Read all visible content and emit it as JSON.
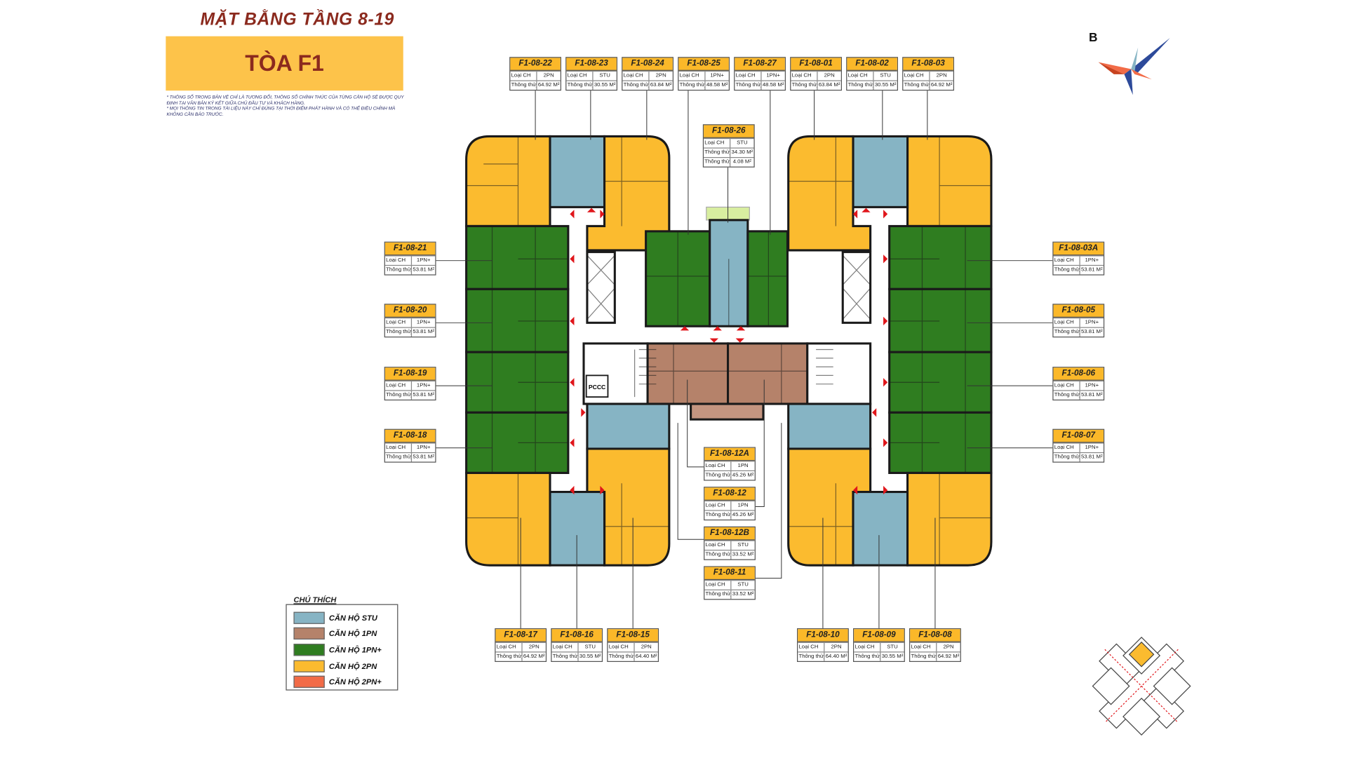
{
  "header": {
    "title": "MẶT BẰNG TẦNG 8-19",
    "tower": "TÒA F1",
    "notes": [
      "* THÔNG SỐ TRONG BẢN VẼ CHỈ LÀ TƯƠNG ĐỐI, THÔNG SỐ CHÍNH THỨC CỦA TỪNG CĂN HỘ SẼ ĐƯỢC QUY ĐỊNH TẠI VĂN BẢN KÝ KẾT  GIỮA CHỦ ĐẦU TƯ VÀ KHÁCH HÀNG.",
      "* MỌI THÔNG TIN TRONG TÀI LIỆU NÀY CHỈ ĐÚNG TẠI THỜI ĐIỂM PHÁT HÀNH VÀ CÓ THỂ ĐIỀU CHỈNH MÀ KHÔNG CẦN BÁO TRƯỚC."
    ]
  },
  "compass_label": "B",
  "plan_labels": {
    "pccc": "PCCC"
  },
  "row_labels": {
    "type": "Loại CH",
    "area": "Thông thủy"
  },
  "units": [
    {
      "code": "F1-08-22",
      "type": "2PN",
      "area": "64.92 M²"
    },
    {
      "code": "F1-08-23",
      "type": "STU",
      "area": "30.55 M²"
    },
    {
      "code": "F1-08-24",
      "type": "2PN",
      "area": "63.84 M²"
    },
    {
      "code": "F1-08-25",
      "type": "1PN+",
      "area": "48.58 M²"
    },
    {
      "code": "F1-08-27",
      "type": "1PN+",
      "area": "48.58 M²"
    },
    {
      "code": "F1-08-01",
      "type": "2PN",
      "area": "63.84 M²"
    },
    {
      "code": "F1-08-02",
      "type": "STU",
      "area": "30.55 M²"
    },
    {
      "code": "F1-08-03",
      "type": "2PN",
      "area": "64.92 M²"
    },
    {
      "code": "F1-08-26",
      "type": "STU",
      "area": "34.30 M²",
      "area2": "4.08 M²"
    },
    {
      "code": "F1-08-21",
      "type": "1PN+",
      "area": "53.81 M²"
    },
    {
      "code": "F1-08-20",
      "type": "1PN+",
      "area": "53.81 M²"
    },
    {
      "code": "F1-08-19",
      "type": "1PN+",
      "area": "53.81 M²"
    },
    {
      "code": "F1-08-18",
      "type": "1PN+",
      "area": "53.81 M²"
    },
    {
      "code": "F1-08-03A",
      "type": "1PN+",
      "area": "53.81 M²"
    },
    {
      "code": "F1-08-05",
      "type": "1PN+",
      "area": "53.81 M²"
    },
    {
      "code": "F1-08-06",
      "type": "1PN+",
      "area": "53.81 M²"
    },
    {
      "code": "F1-08-07",
      "type": "1PN+",
      "area": "53.81 M²"
    },
    {
      "code": "F1-08-12A",
      "type": "1PN",
      "area": "45.26 M²"
    },
    {
      "code": "F1-08-12",
      "type": "1PN",
      "area": "45.26 M²"
    },
    {
      "code": "F1-08-12B",
      "type": "STU",
      "area": "33.52 M²"
    },
    {
      "code": "F1-08-11",
      "type": "STU",
      "area": "33.52 M²"
    },
    {
      "code": "F1-08-17",
      "type": "2PN",
      "area": "64.92 M²"
    },
    {
      "code": "F1-08-16",
      "type": "STU",
      "area": "30.55 M²"
    },
    {
      "code": "F1-08-15",
      "type": "2PN",
      "area": "64.40 M²"
    },
    {
      "code": "F1-08-10",
      "type": "2PN",
      "area": "64.40 M²"
    },
    {
      "code": "F1-08-09",
      "type": "STU",
      "area": "30.55 M²"
    },
    {
      "code": "F1-08-08",
      "type": "2PN",
      "area": "64.92 M²"
    }
  ],
  "legend": {
    "title": "CHÚ THÍCH",
    "items": [
      {
        "label": "CĂN HỘ STU",
        "color": "#86b4c4"
      },
      {
        "label": "CĂN HỘ 1PN",
        "color": "#b5826a"
      },
      {
        "label": "CĂN HỘ 1PN+",
        "color": "#2f7d20"
      },
      {
        "label": "CĂN HỘ 2PN",
        "color": "#fbbb2f"
      },
      {
        "label": "CĂN HỘ 2PN+",
        "color": "#f26b47"
      }
    ]
  },
  "colors": {
    "stu": "#86b4c4",
    "1pn": "#b5826a",
    "1pn_plus": "#2f7d20",
    "2pn": "#fbbb2f",
    "title": "#8b2a1e",
    "label_header": "#fbb829"
  }
}
